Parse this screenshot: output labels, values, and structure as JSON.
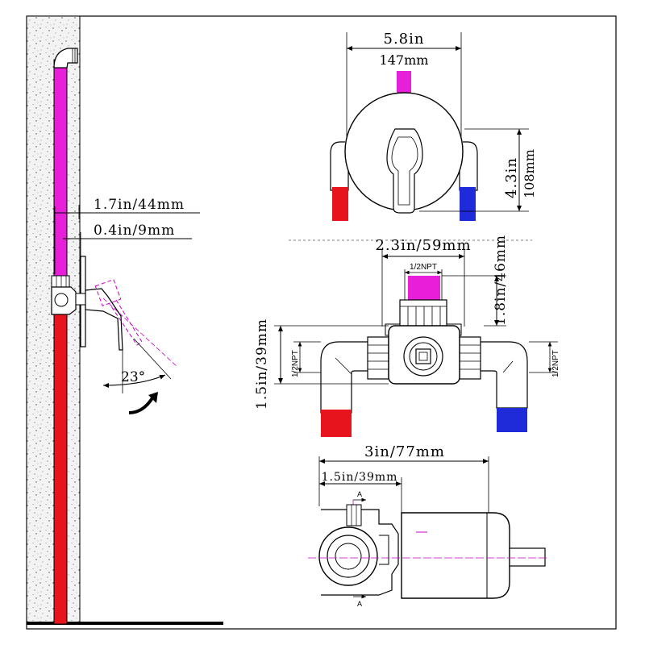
{
  "dimensions": {
    "top_width_in": "5.8in",
    "top_width_mm": "147mm",
    "top_height": "4.3in",
    "top_height_mm": "108mm",
    "wall_depth": "1.7in/44mm",
    "plate_offset": "0.4in/9mm",
    "rotation_angle": "23°",
    "valve_width": "2.3in/59mm",
    "valve_height": "1.8in/46mm",
    "valve_depth": "1.5in/39mm",
    "thread_top": "1/2NPT",
    "thread_left": "1/2NPT",
    "thread_right": "1/2NPT",
    "side_length": "3in/77mm",
    "side_offset": "1.5in/39mm",
    "section_mark_top": "A",
    "section_mark_bottom": "A"
  },
  "colors": {
    "hot": "#e8141b",
    "cold": "#1f2bd8",
    "outlet": "#e81fd8",
    "accent": "#c800c8"
  }
}
